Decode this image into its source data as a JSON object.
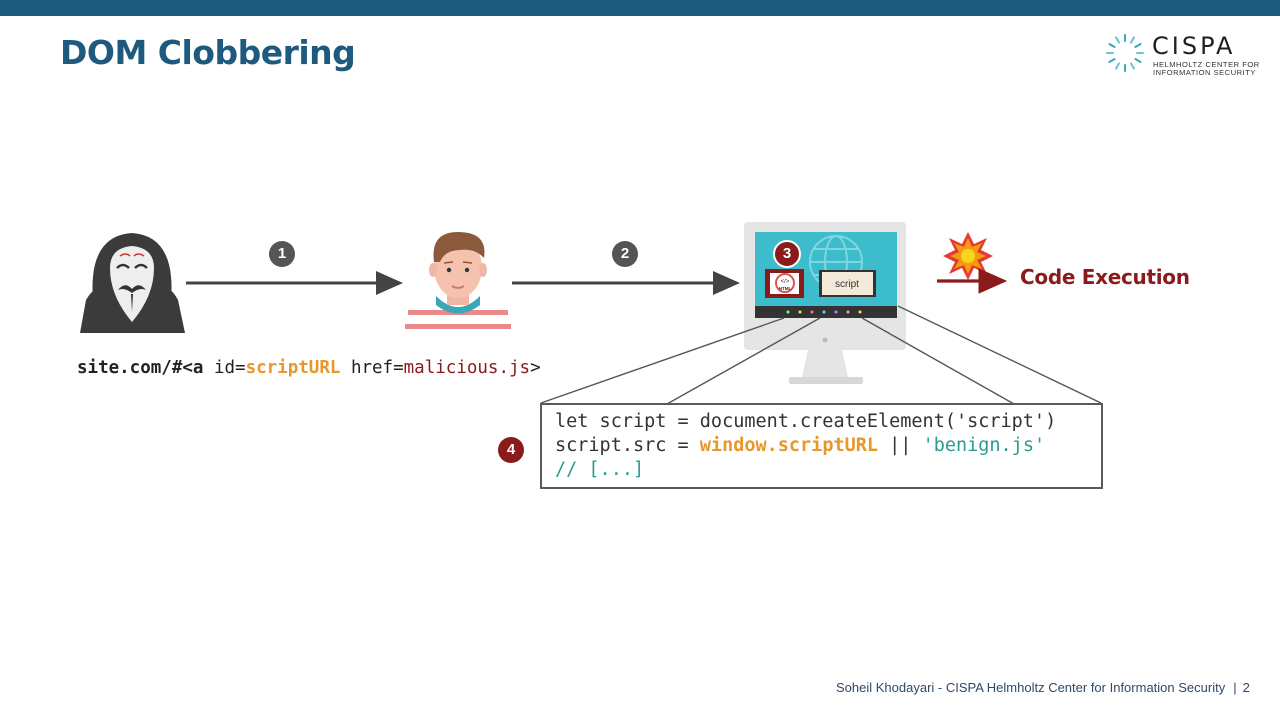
{
  "header": {
    "title": "DOM Clobbering"
  },
  "logo": {
    "name": "CISPA",
    "subtitle_line1": "HELMHOLTZ CENTER FOR",
    "subtitle_line2": "INFORMATION SECURITY"
  },
  "steps": [
    "1",
    "2",
    "3",
    "4"
  ],
  "url_line": {
    "prefix": "site.com/#",
    "tag_open": "<a ",
    "id_attr": "id=",
    "id_value": "scriptURL",
    "space": " ",
    "href_attr": "href=",
    "href_value": "malicious.js",
    "tag_close": ">"
  },
  "screen": {
    "html_label": "HTML",
    "script_label": "script"
  },
  "code": {
    "line1": "let script = document.createElement('script')",
    "line2_prefix": "script.src = ",
    "line2_highlight": "window.scriptURL",
    "line2_op": " || ",
    "line2_string": "'benign.js'",
    "line3_comment": "// [...]"
  },
  "result": {
    "label": "Code Execution"
  },
  "footer": {
    "text": "Soheil Khodayari - CISPA Helmholtz Center for Information Security",
    "separator": "|",
    "page": "2"
  },
  "colors": {
    "top_bar": "#1d5a7e",
    "title": "#1d5a7e",
    "step_dark": "#555555",
    "step_red": "#8b1a1a",
    "id_value": "#e8972c",
    "href_value": "#8b1a1a",
    "code_highlight": "#e8972c",
    "code_string": "#2a9d8f",
    "code_comment": "#2a9d8f",
    "code_exec": "#8b1a1a",
    "arrow": "#444444",
    "screen": "#3dbccb"
  },
  "icons": [
    "hacker-icon",
    "victim-user-icon",
    "computer-monitor-icon",
    "explosion-icon",
    "globe-icon",
    "html-file-icon",
    "cispa-logo-icon"
  ]
}
